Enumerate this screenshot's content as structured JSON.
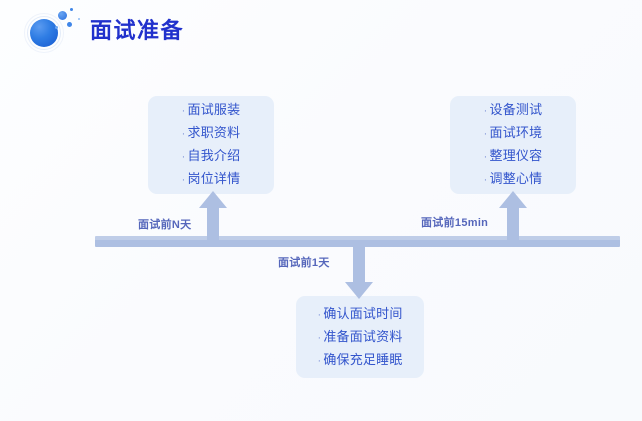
{
  "header": {
    "title": "面试准备",
    "logo_icon": "gradient-circle-logo",
    "title_color": "#2131cc"
  },
  "theme": {
    "background": "#fbfcfe",
    "box_fill": "#e7effa",
    "box_text": "#3355cc",
    "timeline_color": "#adbfe2",
    "label_color": "#5566bb",
    "accent": "#2f7de4"
  },
  "timeline": {
    "labels": {
      "left": "面试前N天",
      "right": "面试前15min",
      "center": "面试前1天"
    },
    "arrows": [
      {
        "name": "arrow-up-left",
        "direction": "up"
      },
      {
        "name": "arrow-up-right",
        "direction": "up"
      },
      {
        "name": "arrow-down-center",
        "direction": "down"
      }
    ]
  },
  "boxes": {
    "left": {
      "name": "preparation-box-n-days",
      "items": [
        "面试服装",
        "求职资料",
        "自我介绍",
        "岗位详情"
      ]
    },
    "right": {
      "name": "preparation-box-15min",
      "items": [
        "设备测试",
        "面试环境",
        "整理仪容",
        "调整心情"
      ]
    },
    "bottom": {
      "name": "preparation-box-1-day",
      "items": [
        "确认面试时间",
        "准备面试资料",
        "确保充足睡眠"
      ]
    }
  }
}
